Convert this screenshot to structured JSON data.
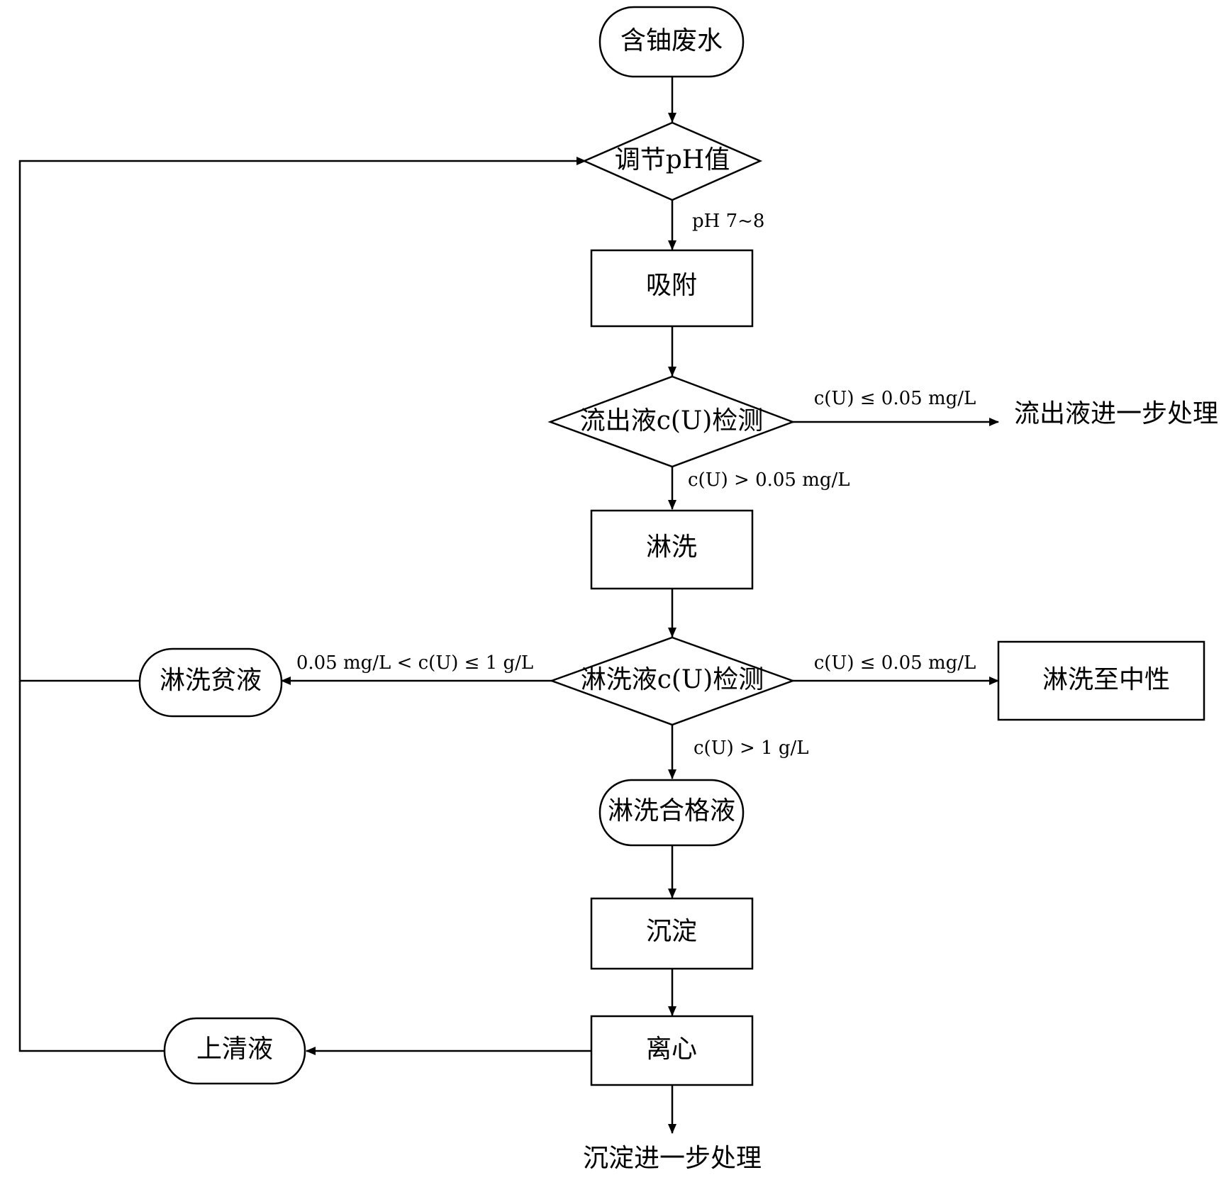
{
  "nodes": {
    "start": "含铀废水",
    "adjust_ph": "调节pH值",
    "adsorb": "吸附",
    "effluent_check": "流出液c(U)检测",
    "effluent_treat": "流出液进一步处理",
    "rinse": "淋洗",
    "rinse_check": "淋洗液c(U)检测",
    "rinse_to_neutral": "淋洗至中性",
    "lean_rinse": "淋洗贫液",
    "qualified_rinse": "淋洗合格液",
    "precipitate": "沉淀",
    "centrifuge": "离心",
    "supernatant": "上清液",
    "precip_treat": "沉淀进一步处理"
  },
  "edges": {
    "ph_range": "pH 7~8",
    "effluent_low": "c(U) ≤ 0.05 mg/L",
    "effluent_high": "c(U) > 0.05 mg/L",
    "rinse_mid": "0.05 mg/L < c(U) ≤ 1 g/L",
    "rinse_low": "c(U) ≤ 0.05 mg/L",
    "rinse_high": "c(U) > 1 g/L"
  },
  "colors": {
    "stroke": "#000000",
    "background": "#ffffff"
  }
}
